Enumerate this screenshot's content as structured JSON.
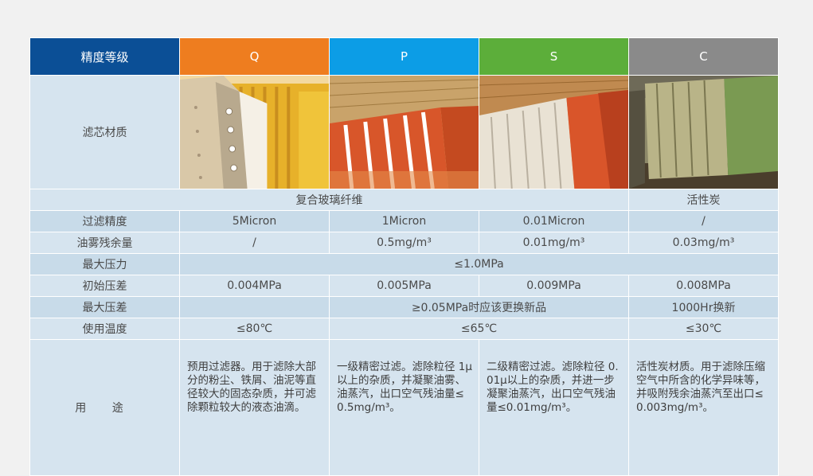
{
  "header": {
    "label": "精度等级",
    "grades": [
      "Q",
      "P",
      "S",
      "C"
    ]
  },
  "material_row": {
    "label": "滤芯材质",
    "images": [
      "orange-filter-element-photo",
      "striped-filter-element-photo",
      "red-filter-element-photo",
      "activated-carbon-element-photo"
    ]
  },
  "material_name_row": {
    "glass_fiber": "复合玻璃纤维",
    "carbon": "活性炭"
  },
  "rows": {
    "precision": {
      "label": "过滤精度",
      "q": "5Micron",
      "p": "1Micron",
      "s": "0.01Micron",
      "c": "/"
    },
    "oil_residual": {
      "label": "油雾残余量",
      "q": "/",
      "p": "0.5mg/m³",
      "s": "0.01mg/m³",
      "c": "0.03mg/m³"
    },
    "max_pressure": {
      "label": "最大压力",
      "all": "≤1.0MPa"
    },
    "initial_dp": {
      "label": "初始压差",
      "q": "0.004MPa",
      "p": "0.005MPa",
      "s": "0.009MPa",
      "c": "0.008MPa"
    },
    "max_dp": {
      "label": "最大压差",
      "q": "",
      "ps": "≥0.05MPa时应该更换新品",
      "c": "1000Hr换新"
    },
    "temperature": {
      "label": "使用温度",
      "q": "≤80℃",
      "ps": "≤65℃",
      "c": "≤30℃"
    },
    "usage": {
      "label": "用 途",
      "q": "预用过滤器。用于滤除大部分的粉尘、铁屑、油泥等直径较大的固态杂质，并可滤除颗粒较大的液态油滴。",
      "p": "一级精密过滤。滤除粒径 1μ以上的杂质，并凝聚油雾、油蒸汽，出口空气残油量≤0.5mg/m³。",
      "s": "二级精密过滤。滤除粒径 0.01μ以上的杂质，并进一步凝聚油蒸汽，出口空气残油量≤0.01mg/m³。",
      "c": "活性炭材质。用于滤除压缩空气中所含的化学异味等，并吸附残余油蒸汽至出口≤0.003mg/m³。"
    }
  },
  "colors": {
    "label_header": "#0b4f96",
    "q": "#ee7d1f",
    "p": "#0c9de6",
    "s": "#5cae3a",
    "c": "#8a8a8a",
    "cell": "#d6e4ef"
  }
}
